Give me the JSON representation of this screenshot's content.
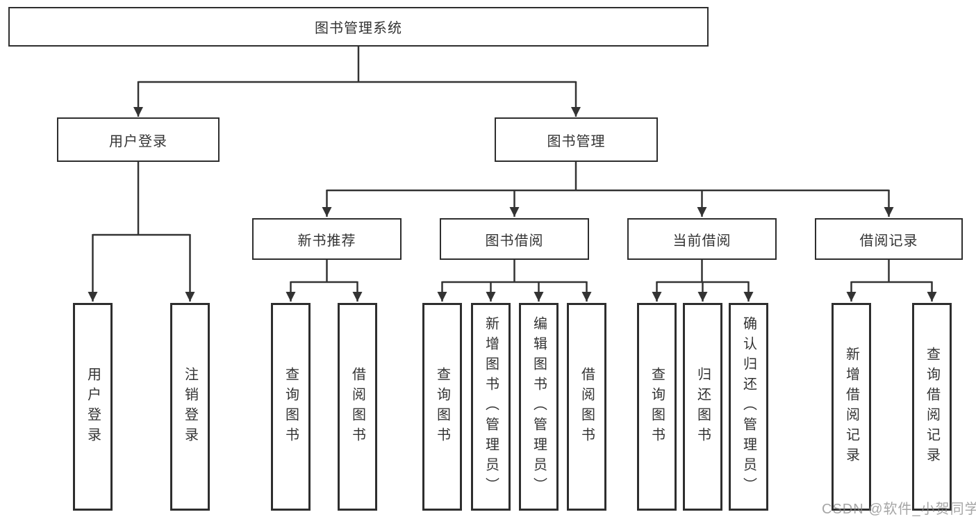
{
  "diagram_title": "图书管理系统",
  "tree": {
    "label": "图书管理系统",
    "children": [
      {
        "label": "用户登录",
        "children": [
          {
            "label": "用户登录"
          },
          {
            "label": "注销登录"
          }
        ]
      },
      {
        "label": "图书管理",
        "children": [
          {
            "label": "新书推荐",
            "children": [
              {
                "label": "查询图书"
              },
              {
                "label": "借阅图书"
              }
            ]
          },
          {
            "label": "图书借阅",
            "children": [
              {
                "label": "查询图书"
              },
              {
                "label": "新增图书（管理员）"
              },
              {
                "label": "编辑图书（管理员）"
              },
              {
                "label": "借阅图书"
              }
            ]
          },
          {
            "label": "当前借阅",
            "children": [
              {
                "label": "查询图书"
              },
              {
                "label": "归还图书"
              },
              {
                "label": "确认归还（管理员）"
              }
            ]
          },
          {
            "label": "借阅记录",
            "children": [
              {
                "label": "新增借阅记录"
              },
              {
                "label": "查询借阅记录"
              }
            ]
          }
        ]
      }
    ]
  },
  "watermark": {
    "text": "CSDN @软件_小贺同学"
  },
  "colors": {
    "line": "#333333",
    "box_border": "#2e2e2e",
    "text": "#333333",
    "watermark_text": "#878787",
    "background": "#ffffff"
  }
}
